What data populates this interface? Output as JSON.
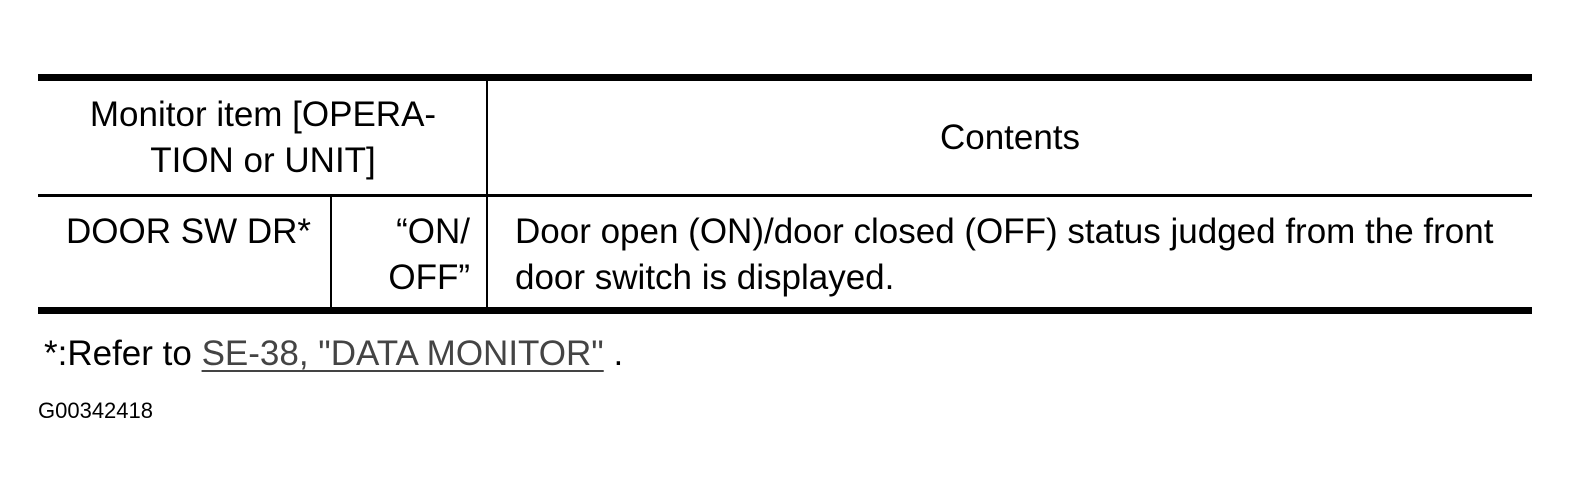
{
  "table": {
    "header": {
      "monitor_item": "Monitor item [OPERA- TION or UNIT]",
      "contents": "Contents"
    },
    "rows": [
      {
        "item": "DOOR SW DR*",
        "value": "“ON/ OFF”",
        "contents": "Door open (ON)/door closed (OFF) status judged from the front door switch is displayed."
      }
    ]
  },
  "note": {
    "prefix": "*:Refer to ",
    "link_text": "SE-38, \"DATA MONITOR\"",
    "suffix": " ."
  },
  "figure_id": "G00342418"
}
